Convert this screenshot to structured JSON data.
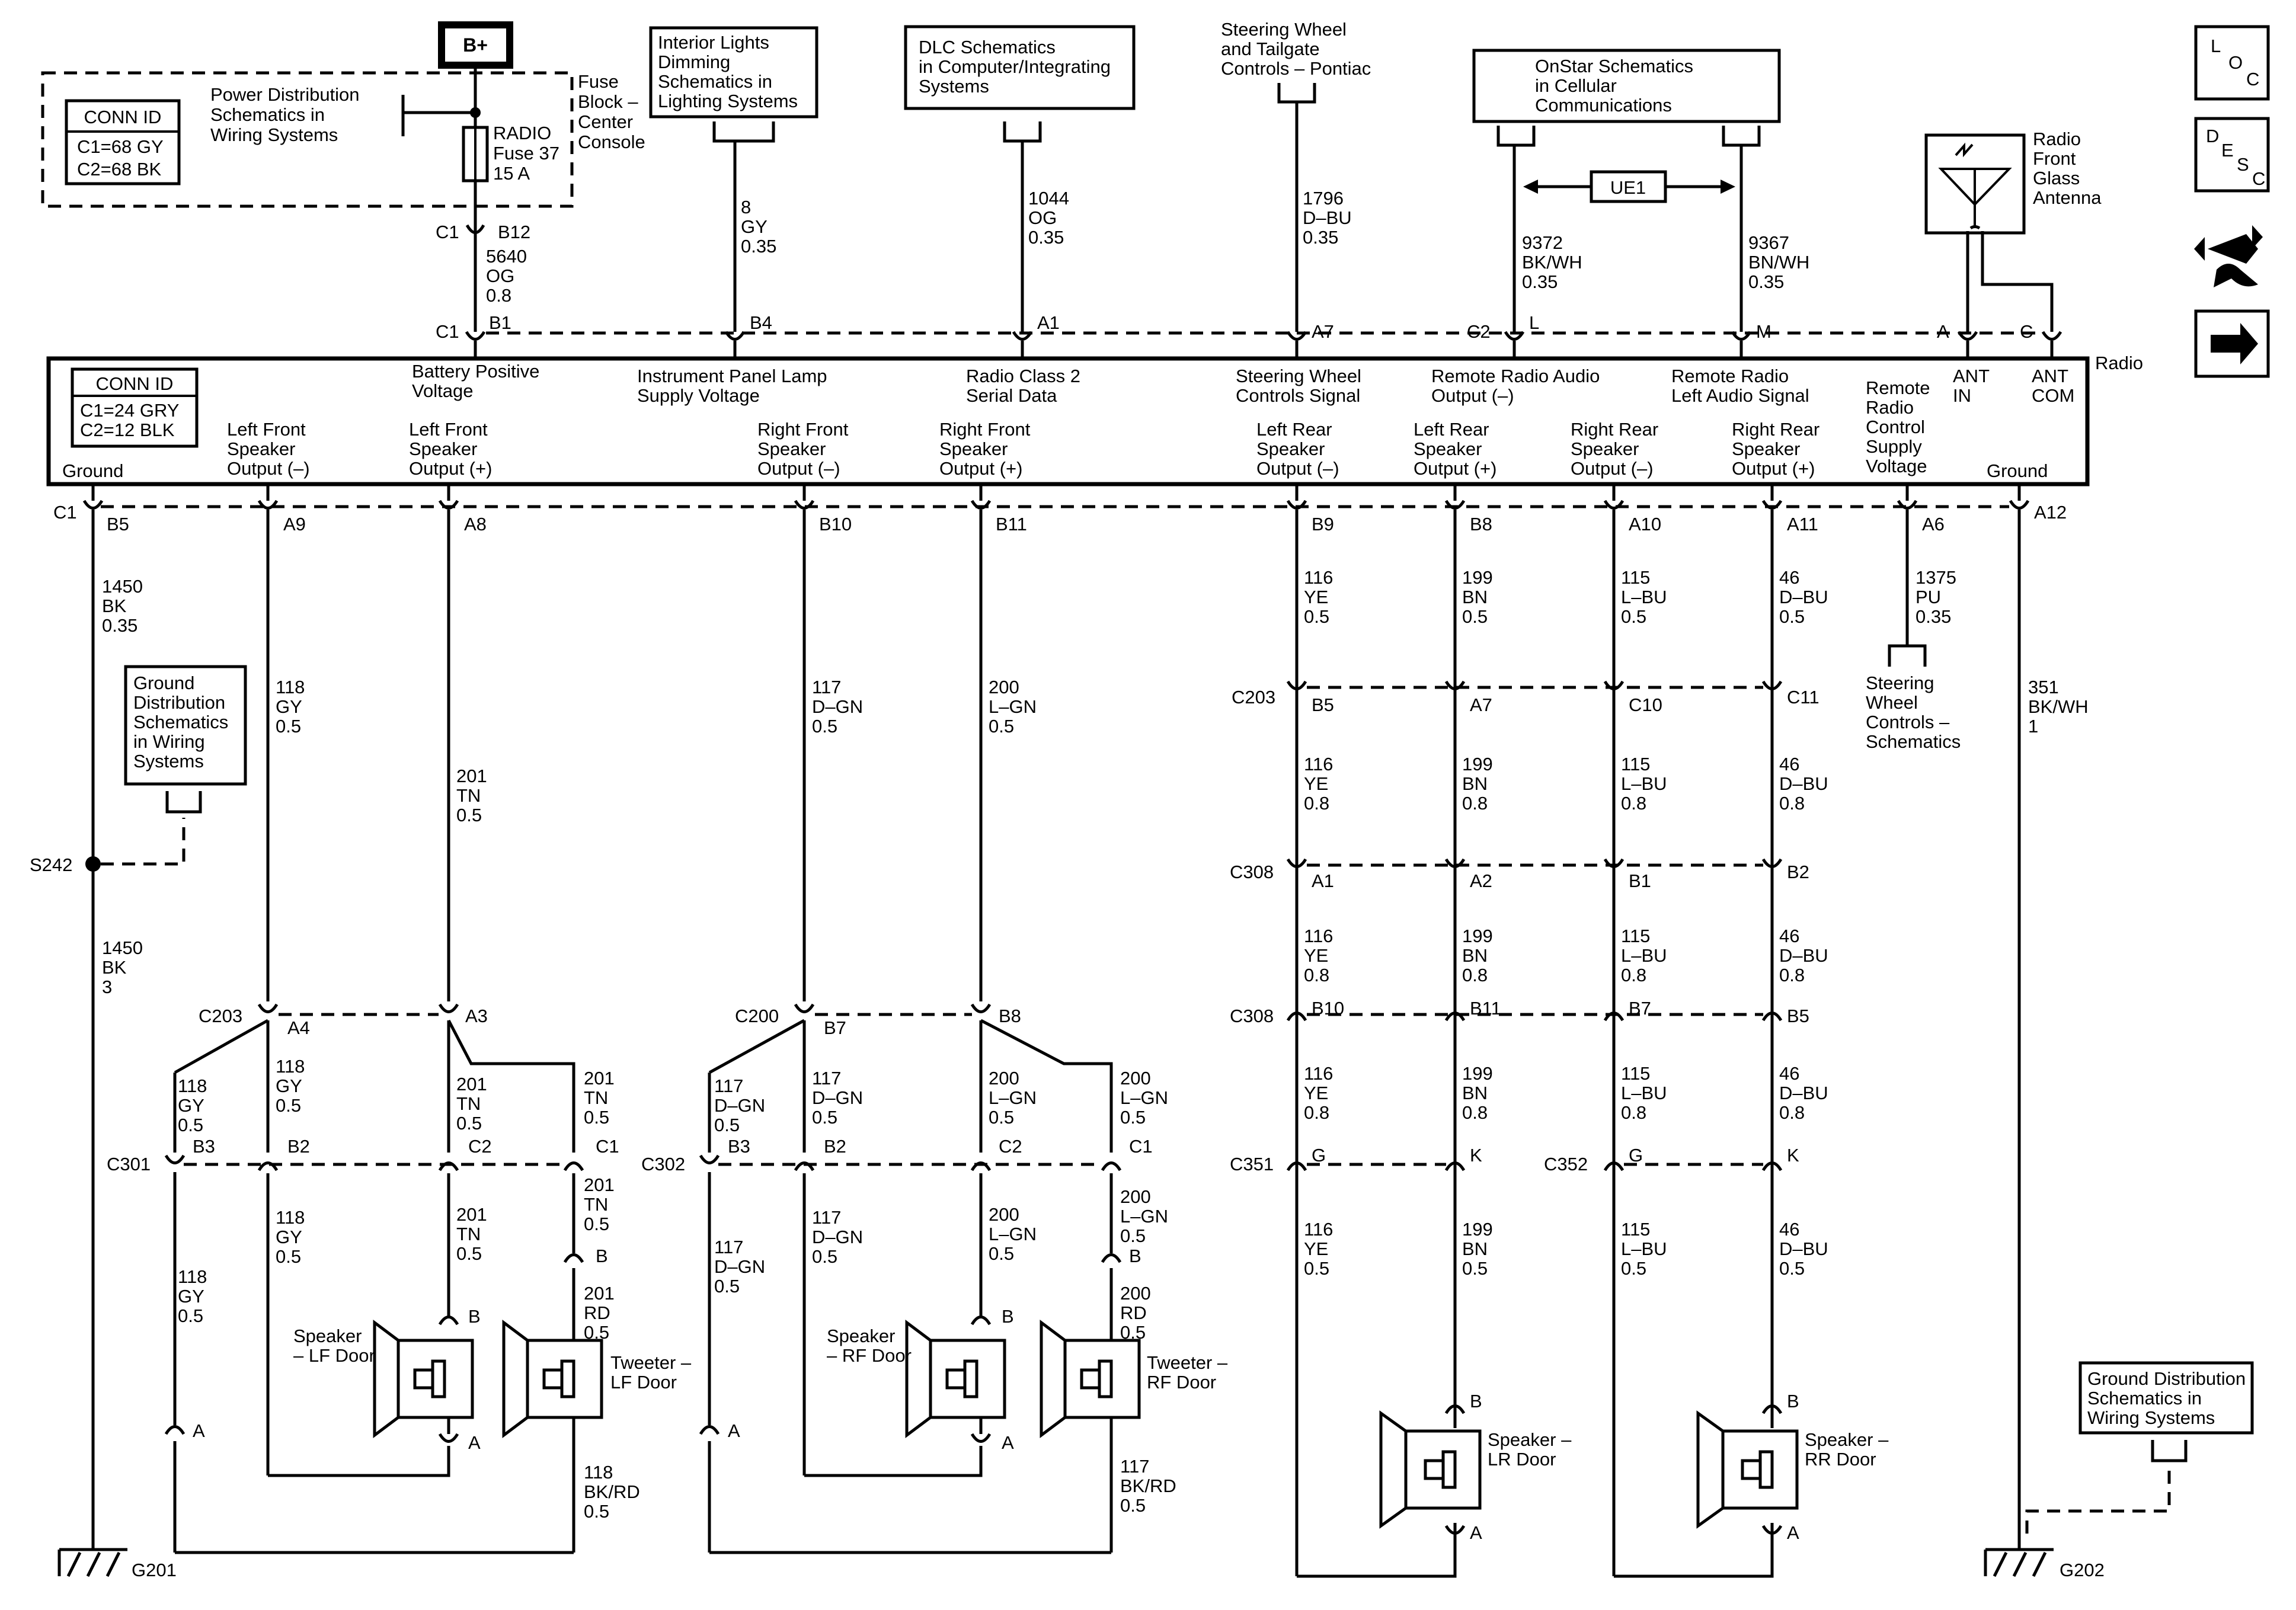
{
  "top": {
    "bplus": "B+",
    "fuse_block_lines": [
      "Fuse",
      "Block –",
      "Center",
      "Console"
    ],
    "power_dist_lines": [
      "Power Distribution",
      "Schematics in",
      "Wiring  Systems"
    ],
    "fuse_lines": [
      "RADIO",
      "Fuse 37",
      "15 A"
    ],
    "top_conn_id": {
      "title": "CONN ID",
      "lines": [
        "C1=68 GY",
        "C2=68 BK"
      ]
    },
    "interior_lines": [
      "Interior Lights",
      "Dimming",
      "Schematics in",
      "Lighting Systems"
    ],
    "dlc_lines": [
      "DLC Schematics",
      "in Computer/Integrating",
      "Systems"
    ],
    "steering_top_lines": [
      "Steering Wheel",
      "and Tailgate",
      "Controls – Pontiac"
    ],
    "onstar_lines": [
      "OnStar Schematics",
      "in Cellular",
      "Communications"
    ],
    "ue1": "UE1",
    "antenna_lines": [
      "Radio",
      "Front",
      "Glass",
      "Antenna"
    ]
  },
  "top_wires": [
    {
      "id": "w5640",
      "lines": [
        "5640",
        "OG",
        "0.8"
      ]
    },
    {
      "id": "w8",
      "lines": [
        "8",
        "GY",
        "0.35"
      ]
    },
    {
      "id": "w1044",
      "lines": [
        "1044",
        "OG",
        "0.35"
      ]
    },
    {
      "id": "w1796",
      "lines": [
        "1796",
        "D–BU",
        "0.35"
      ]
    },
    {
      "id": "w9372",
      "lines": [
        "9372",
        "BK/WH",
        "0.35"
      ]
    },
    {
      "id": "w9367",
      "lines": [
        "9367",
        "BN/WH",
        "0.35"
      ]
    }
  ],
  "top_pins": {
    "c1": "C1",
    "b12": "B12",
    "c1b": "C1",
    "b1": "B1",
    "b4": "B4",
    "a1": "A1",
    "a7": "A7",
    "c2": "C2",
    "l": "L",
    "m": "M",
    "a": "A",
    "c": "C"
  },
  "radio": {
    "name": "Radio",
    "conn_id": {
      "title": "CONN ID",
      "lines": [
        "C1=24 GRY",
        "C2=12 BLK"
      ]
    },
    "top_labels": [
      {
        "id": "battery",
        "lines": [
          "Battery Positive",
          "Voltage"
        ]
      },
      {
        "id": "iplamp",
        "lines": [
          "Instrument Panel Lamp",
          "Supply Voltage"
        ]
      },
      {
        "id": "class2",
        "lines": [
          "Radio Class 2",
          "Serial Data"
        ]
      },
      {
        "id": "swc",
        "lines": [
          "Steering Wheel",
          "Controls Signal"
        ]
      },
      {
        "id": "rra_neg",
        "lines": [
          "Remote Radio Audio",
          "Output (–)"
        ]
      },
      {
        "id": "rrl",
        "lines": [
          "Remote Radio",
          "Left Audio Signal"
        ]
      },
      {
        "id": "rrcsv",
        "lines": [
          "Remote",
          "Radio",
          "Control",
          "Supply",
          "Voltage"
        ]
      },
      {
        "id": "antin",
        "lines": [
          "ANT",
          "IN"
        ]
      },
      {
        "id": "antcom",
        "lines": [
          "ANT",
          "COM"
        ]
      }
    ],
    "bottom_labels": [
      {
        "id": "ground1",
        "lines": [
          "Ground"
        ]
      },
      {
        "id": "lfneg",
        "lines": [
          "Left Front",
          "Speaker",
          "Output (–)"
        ]
      },
      {
        "id": "lfpos",
        "lines": [
          "Left Front",
          "Speaker",
          "Output (+)"
        ]
      },
      {
        "id": "rfneg",
        "lines": [
          "Right Front",
          "Speaker",
          "Output (–)"
        ]
      },
      {
        "id": "rfpos",
        "lines": [
          "Right Front",
          "Speaker",
          "Output (+)"
        ]
      },
      {
        "id": "lrneg",
        "lines": [
          "Left Rear",
          "Speaker",
          "Output (–)"
        ]
      },
      {
        "id": "lrpos",
        "lines": [
          "Left Rear",
          "Speaker",
          "Output (+)"
        ]
      },
      {
        "id": "rrneg",
        "lines": [
          "Right Rear",
          "Speaker",
          "Output (–)"
        ]
      },
      {
        "id": "rrpos",
        "lines": [
          "Right Rear",
          "Speaker",
          "Output (+)"
        ]
      },
      {
        "id": "ground2",
        "lines": [
          "Ground"
        ]
      }
    ]
  },
  "c1_pins": {
    "c1": "C1",
    "b5": "B5",
    "a9": "A9",
    "a8": "A8",
    "b10": "B10",
    "b11": "B11",
    "b9": "B9",
    "b8": "B8",
    "a10": "A10",
    "a11": "A11",
    "a6": "A6",
    "a12": "A12"
  },
  "wires": {
    "w1450a": [
      "1450",
      "BK",
      "0.35"
    ],
    "w118a": [
      "118",
      "GY",
      "0.5"
    ],
    "w201a": [
      "201",
      "TN",
      "0.5"
    ],
    "w117a": [
      "117",
      "D–GN",
      "0.5"
    ],
    "w200a": [
      "200",
      "L–GN",
      "0.5"
    ],
    "w116a": [
      "116",
      "YE",
      "0.5"
    ],
    "w199a": [
      "199",
      "BN",
      "0.5"
    ],
    "w115a": [
      "115",
      "L–BU",
      "0.5"
    ],
    "w46a": [
      "46",
      "D–BU",
      "0.5"
    ],
    "w1375": [
      "1375",
      "PU",
      "0.35"
    ],
    "w351": [
      "351",
      "BK/WH",
      "1"
    ],
    "w116b": [
      "116",
      "YE",
      "0.8"
    ],
    "w199b": [
      "199",
      "BN",
      "0.8"
    ],
    "w115b": [
      "115",
      "L–BU",
      "0.8"
    ],
    "w46b": [
      "46",
      "D–BU",
      "0.8"
    ],
    "w116c": [
      "116",
      "YE",
      "0.8"
    ],
    "w199c": [
      "199",
      "BN",
      "0.8"
    ],
    "w115c": [
      "115",
      "L–BU",
      "0.8"
    ],
    "w46c": [
      "46",
      "D–BU",
      "0.8"
    ],
    "w116d": [
      "116",
      "YE",
      "0.8"
    ],
    "w199d": [
      "199",
      "BN",
      "0.8"
    ],
    "w115d": [
      "115",
      "L–BU",
      "0.8"
    ],
    "w46d": [
      "46",
      "D–BU",
      "0.8"
    ],
    "w116e": [
      "116",
      "YE",
      "0.5"
    ],
    "w199e": [
      "199",
      "BN",
      "0.5"
    ],
    "w115e": [
      "115",
      "L–BU",
      "0.5"
    ],
    "w46e": [
      "46",
      "D–BU",
      "0.5"
    ],
    "w1450b": [
      "1450",
      "BK",
      "3"
    ],
    "w118b": [
      "118",
      "GY",
      "0.5"
    ],
    "w118c": [
      "118",
      "GY",
      "0.5"
    ],
    "w201b": [
      "201",
      "TN",
      "0.5"
    ],
    "w201c": [
      "201",
      "TN",
      "0.5"
    ],
    "w117b": [
      "117",
      "D–GN",
      "0.5"
    ],
    "w117c": [
      "117",
      "D–GN",
      "0.5"
    ],
    "w200b": [
      "200",
      "L–GN",
      "0.5"
    ],
    "w200c": [
      "200",
      "L–GN",
      "0.5"
    ],
    "w118d": [
      "118",
      "GY",
      "0.5"
    ],
    "w201d": [
      "201",
      "TN",
      "0.5"
    ],
    "w201e": [
      "201",
      "TN",
      "0.5"
    ],
    "w117d": [
      "117",
      "D–GN",
      "0.5"
    ],
    "w200d": [
      "200",
      "L–GN",
      "0.5"
    ],
    "w200e": [
      "200",
      "L–GN",
      "0.5"
    ],
    "w118e": [
      "118",
      "GY",
      "0.5"
    ],
    "w201f": [
      "201",
      "RD",
      "0.5"
    ],
    "w117e": [
      "117",
      "D–GN",
      "0.5"
    ],
    "w200f": [
      "200",
      "RD",
      "0.5"
    ],
    "w118f": [
      "118",
      "BK/RD",
      "0.5"
    ],
    "w117f": [
      "117",
      "BK/RD",
      "0.5"
    ]
  },
  "connectors": {
    "c203a": "C203",
    "c203b": "C203",
    "c200": "C200",
    "c308a": "C308",
    "c308b": "C308",
    "c301": "C301",
    "c302": "C302",
    "c351": "C351",
    "c352": "C352",
    "s242": "S242"
  },
  "pins": {
    "c203a_b5": "B5",
    "c203a_a7": "A7",
    "c203a_c10": "C10",
    "c203a_c11": "C11",
    "c308a_a1": "A1",
    "c308a_a2": "A2",
    "c308a_b1": "B1",
    "c308a_b2": "B2",
    "c308b_b10": "B10",
    "c308b_b11": "B11",
    "c308b_b7": "B7",
    "c308b_b5": "B5",
    "c351_g": "G",
    "c351_k": "K",
    "c352_g": "G",
    "c352_k": "K",
    "c203b_a4": "A4",
    "c203b_a3": "A3",
    "c200_b7": "B7",
    "c200_b8": "B8",
    "c301_b3": "B3",
    "c301_b2": "B2",
    "c301_c2": "C2",
    "c301_c1": "C1",
    "c302_b3": "B3",
    "c302_b2": "B2",
    "c302_c2": "C2",
    "c302_c1": "C1",
    "lftw_b": "B",
    "rftw_b": "B",
    "lfsp_b": "B",
    "lfsp_a": "A",
    "rfsp_b": "B",
    "rfsp_a": "A",
    "lfg_a": "A",
    "rfg_a": "A",
    "lrsp_b": "B",
    "lrsp_a": "A",
    "rrsp_b": "B",
    "rrsp_a": "A"
  },
  "components": {
    "lf_speaker": [
      "Speaker",
      "– LF Door"
    ],
    "lf_tweeter": [
      "Tweeter –",
      "LF Door"
    ],
    "rf_speaker": [
      "Speaker",
      "– RF Door"
    ],
    "rf_tweeter": [
      "Tweeter –",
      "RF Door"
    ],
    "lr_speaker": [
      "Speaker –",
      "LR Door"
    ],
    "rr_speaker": [
      "Speaker –",
      "RR Door"
    ],
    "swc_schem": [
      "Steering",
      "Wheel",
      "Controls –",
      "Schematics"
    ],
    "ground_dist_left": [
      "Ground",
      "Distribution",
      "Schematics",
      "in Wiring",
      "Systems"
    ],
    "ground_dist_right": [
      "Ground Distribution",
      "Schematics in",
      "Wiring Systems"
    ]
  },
  "grounds": {
    "g201": "G201",
    "g202": "G202"
  },
  "side_icons": {
    "loc": [
      "L",
      "O",
      "C"
    ],
    "desc": [
      "D",
      "E",
      "S",
      "C"
    ]
  }
}
